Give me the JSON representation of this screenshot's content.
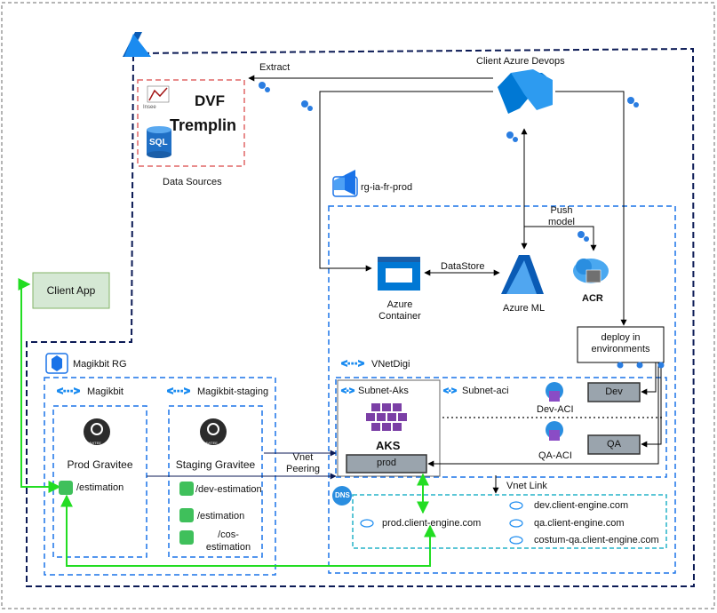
{
  "azure_logo": "azure-icon",
  "data_sources": {
    "insee": "Insee",
    "dvf": "DVF",
    "tremplin": "Tremplin",
    "sql": "SQL",
    "caption": "Data Sources"
  },
  "devops": {
    "label": "Client Azure Devops",
    "extract": "Extract"
  },
  "rg_prod": {
    "label": "rg-ia-fr-prod",
    "push_model": "Push\nmodel",
    "datastore": "DataStore",
    "azure_container": "Azure\nContainer",
    "azure_ml": "Azure ML",
    "acr": "ACR",
    "deploy": "deploy in\nenvironments"
  },
  "client_app": "Client App",
  "magikbit_rg": {
    "label": "Magikbit RG",
    "vnet_prod": "Magikbit",
    "vnet_staging": "Magikbit-staging",
    "prod_gravitee": "Prod Gravitee",
    "staging_gravitee": "Staging Gravitee",
    "gravitee_logo_text": "GRAVITEE",
    "prod_api": "/estimation",
    "staging_apis": [
      "/dev-estimation",
      "/estimation",
      "/cos-\nestimation"
    ]
  },
  "vnet_digi": {
    "label": "VNetDigi",
    "subnet_aks": "Subnet-Aks",
    "subnet_aci": "Subnet-aci",
    "aks": "AKS",
    "prod": "prod",
    "dev_aci": "Dev-ACI",
    "qa_aci": "QA-ACI",
    "dev": "Dev",
    "qa": "QA",
    "vnet_peering": "Vnet\nPeering",
    "vnet_link": "Vnet Link"
  },
  "dns": {
    "badge": "DNS",
    "zones": [
      "prod.client-engine.com",
      "dev.client-engine.com",
      "qa.client-engine.com",
      "costum-qa.client-engine.com"
    ]
  },
  "colors": {
    "navy": "#0b1a55",
    "blue_dash": "#1a73e8",
    "teal_dash": "#26b3c9",
    "green": "#22dd22",
    "azure_blue": "#0078d4",
    "client_app_fill": "#d5e8d4",
    "client_app_stroke": "#82b366",
    "gray_box": "#9aa4ad",
    "red_dash": "#e06666"
  }
}
